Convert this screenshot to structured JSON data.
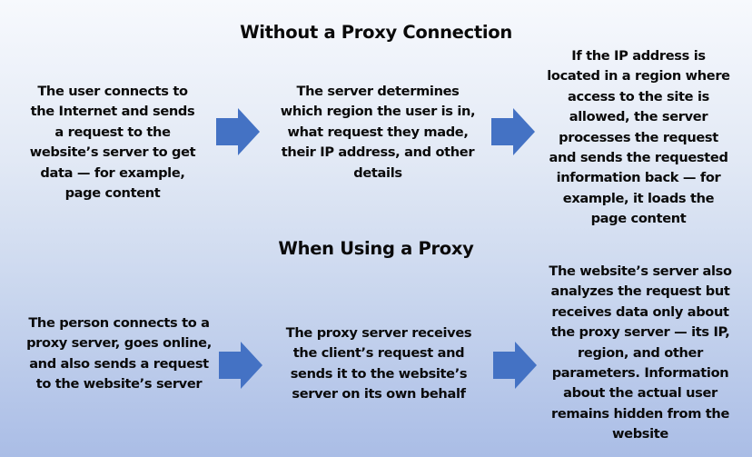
{
  "colors": {
    "arrow": "#4472c4",
    "text": "#0a0a0a",
    "bg_top": "#f7f9fd",
    "bg_bottom": "#aabde6"
  },
  "without_proxy": {
    "title": "Without a Proxy Connection",
    "steps": [
      "The user connects to the Internet and sends a request to the website’s server to get data — for example, page content",
      "The server determines which region the user is in, what request they made, their IP address, and other details",
      "If the IP address is located in a region where access to the site is allowed, the server processes the request and sends the requested information back — for example, it loads the page content"
    ],
    "arrows": [
      "arrow-right-icon",
      "arrow-right-icon"
    ]
  },
  "with_proxy": {
    "title": "When Using a Proxy",
    "steps": [
      "The person connects to a proxy server, goes online, and also sends a request to the website’s server",
      "The proxy server receives the client’s request and sends it to the website’s server on its own behalf",
      "The website’s server also analyzes the request but receives data only about the proxy server — its IP, region, and other parameters. Information about the actual user remains hidden from the website"
    ],
    "arrows": [
      "arrow-right-icon",
      "arrow-right-icon"
    ]
  }
}
